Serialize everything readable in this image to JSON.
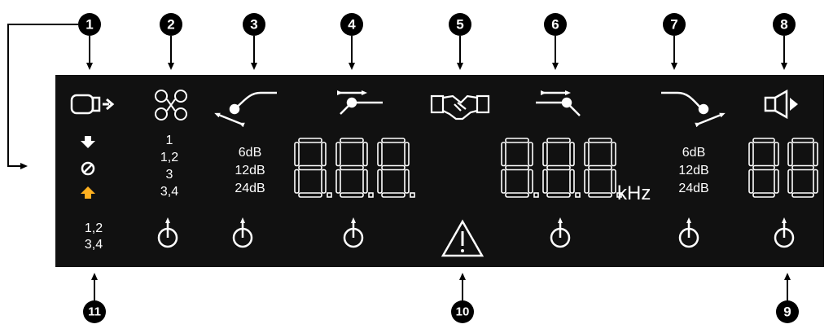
{
  "callouts": [
    "1",
    "2",
    "3",
    "4",
    "5",
    "6",
    "7",
    "8",
    "9",
    "10",
    "11"
  ],
  "channel_labels": [
    "1",
    "1,2",
    "3",
    "3,4"
  ],
  "slope_labels_left": [
    "6dB",
    "12dB",
    "24dB"
  ],
  "slope_labels_right": [
    "6dB",
    "12dB",
    "24dB"
  ],
  "link_labels": [
    "1,2",
    "3,4"
  ],
  "freq_unit": "kHz",
  "colors": {
    "panel": "#111111",
    "foreground": "#ffffff",
    "segment_on": "#ffffff",
    "callout": "#000000"
  },
  "icons": [
    "input-source-icon",
    "arrow-down-icon",
    "no-symbol-icon",
    "arrow-up-icon",
    "channel-routing-icon",
    "high-pass-filter-icon",
    "delay-icon",
    "handshake-icon",
    "parametric-eq-icon",
    "low-pass-filter-icon",
    "speaker-output-icon",
    "warning-icon",
    "rotary-knob-icon"
  ]
}
